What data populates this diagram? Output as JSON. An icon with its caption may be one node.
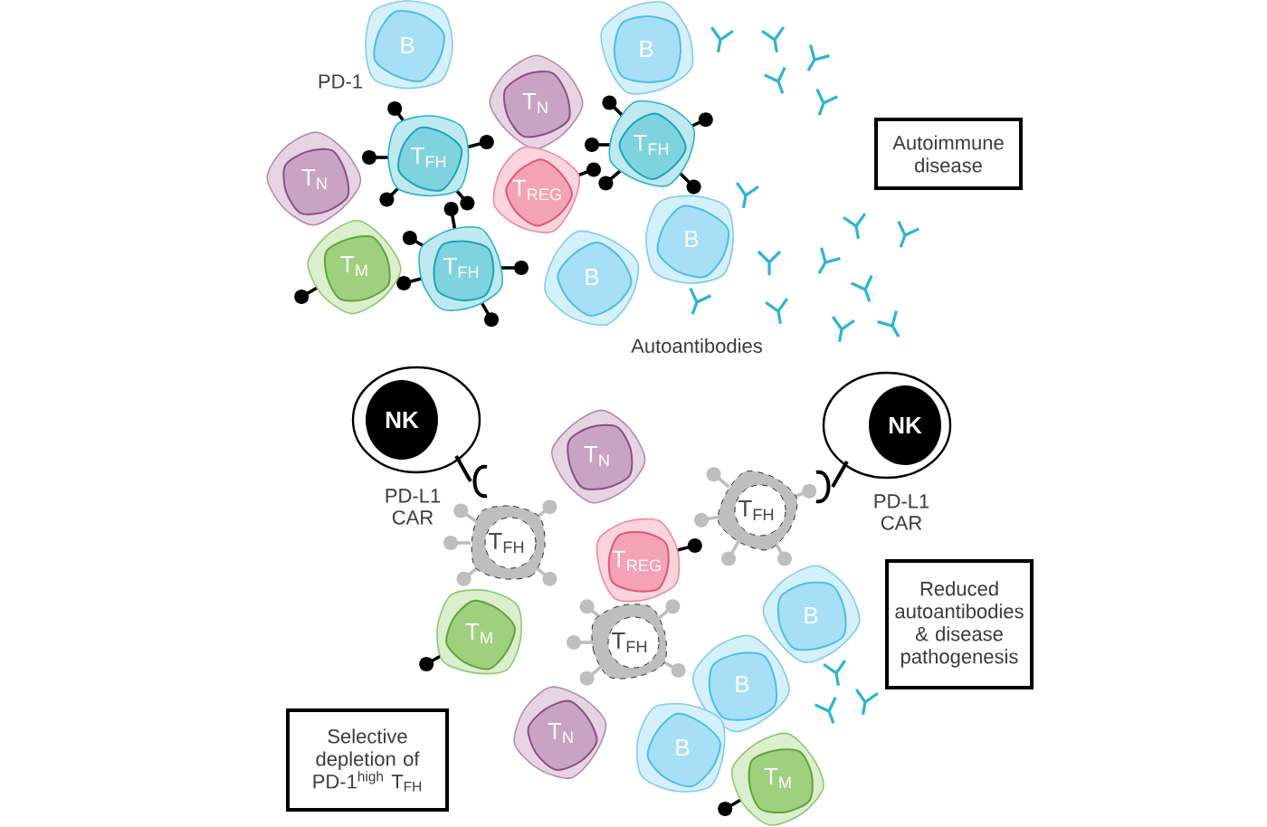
{
  "diagram": {
    "nodes": [
      {
        "text": [
          "B"
        ]
      },
      {
        "text": [
          "B"
        ]
      },
      {
        "text": [
          "T$_{N}$"
        ]
      },
      {
        "text": [
          "T$_{FH}$"
        ]
      },
      {
        "text": [
          "T$_{FH}$"
        ]
      },
      {
        "text": [
          "Autoimmune disease"
        ]
      },
      {
        "text": [
          "T$_{N}$"
        ]
      },
      {
        "text": [
          "T$_{REG}$"
        ]
      },
      {
        "text": [
          "B"
        ]
      },
      {
        "text": [
          "T$_{FH}$"
        ]
      },
      {
        "text": [
          "T$_{M}$"
        ]
      },
      {
        "text": [
          "B"
        ]
      },
      {
        "text": [
          "NK"
        ],
        "beside": [
          "PD-L1 CAR"
        ]
      },
      {
        "text": [
          "NK"
        ],
        "beside": [
          "PD-L1 CAR"
        ]
      },
      {
        "text": [
          "T$_{N}$"
        ]
      },
      {
        "text": [
          "T$_{FH}$"
        ]
      },
      {
        "text": [
          "T$_{FH}$"
        ]
      },
      {
        "text": [
          "T$_{REG}$"
        ]
      },
      {
        "text": [
          "B"
        ]
      },
      {
        "text": [
          "Reduced autoantibodies & disease pathogenesis"
        ]
      },
      {
        "text": [
          "T$_{M}$"
        ]
      },
      {
        "text": [
          "T$_{FH}$"
        ]
      },
      {
        "text": [
          "B"
        ]
      },
      {
        "text": [
          "T$_{N}$"
        ]
      },
      {
        "text": [
          "B"
        ]
      },
      {
        "text": [
          "Selective depletion of PD-1$^{high}$ T$_{FH}$"
        ]
      },
      {
        "text": [
          "T$_{M}$"
        ]
      }
    ],
    "labels": [
      "PD-1",
      "Autoantibodies"
    ]
  }
}
